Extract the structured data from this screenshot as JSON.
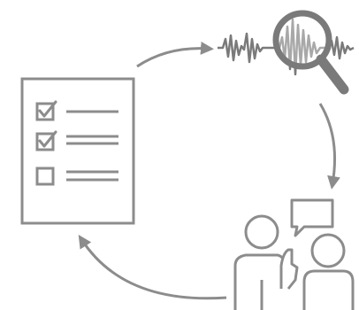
{
  "diagram": {
    "kind": "cycle",
    "stroke_color": "#8c8c8c",
    "dark_stroke_color": "#7a7a7a",
    "background": "#ffffff",
    "nodes": [
      {
        "id": "checklist",
        "icon": "checklist-icon",
        "items": [
          {
            "state": "checked"
          },
          {
            "state": "checked"
          },
          {
            "state": "unchecked"
          }
        ]
      },
      {
        "id": "signal-analysis",
        "icon": "waveform-magnifier-icon"
      },
      {
        "id": "discussion",
        "icon": "people-discussion-icon"
      }
    ],
    "arrows": [
      {
        "from": "checklist",
        "to": "signal-analysis"
      },
      {
        "from": "signal-analysis",
        "to": "discussion"
      },
      {
        "from": "discussion",
        "to": "checklist"
      }
    ]
  }
}
